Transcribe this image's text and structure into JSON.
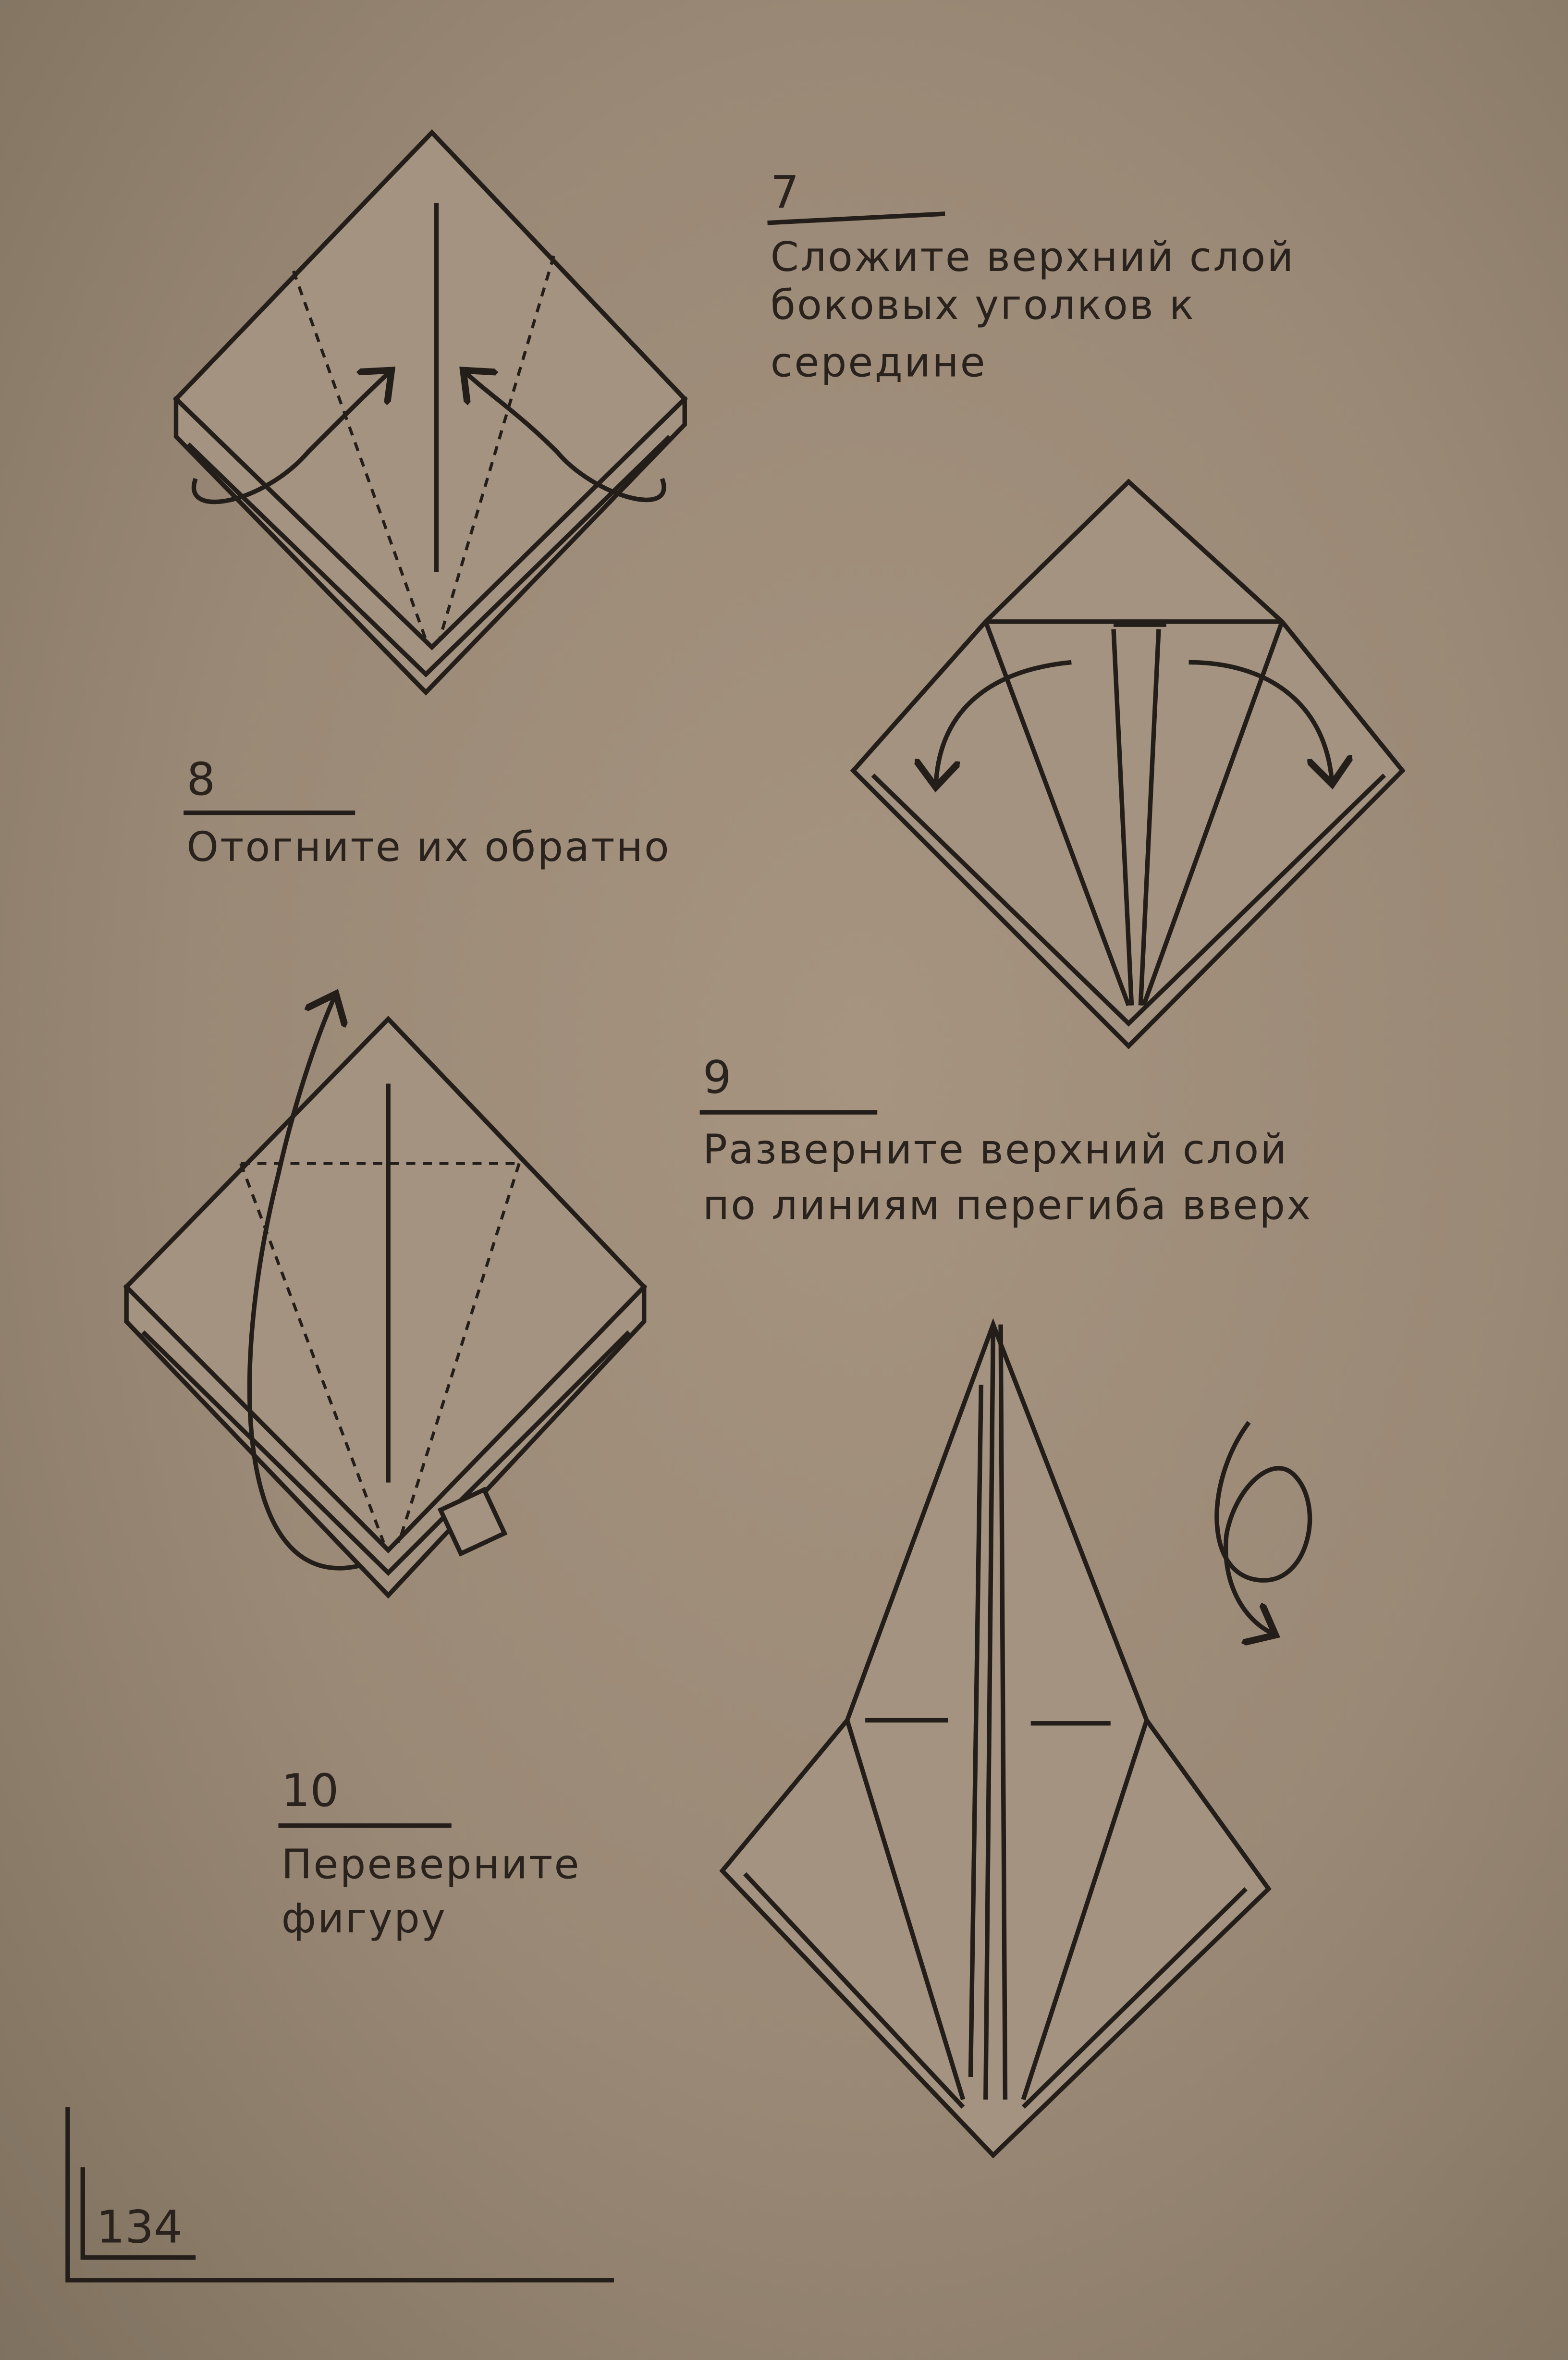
{
  "steps": [
    {
      "number": "7",
      "lines": [
        "Сложите верхний слой",
        "боковых уголков к",
        "середине"
      ]
    },
    {
      "number": "8",
      "lines": [
        "Отогните их обратно"
      ]
    },
    {
      "number": "9",
      "lines": [
        "Разверните верхний слой",
        "по линиям перегиба вверх"
      ]
    },
    {
      "number": "10",
      "lines": [
        "Переверните",
        "фигуру"
      ]
    }
  ],
  "page_number": "134",
  "colors": {
    "paper": "#9c8b79",
    "ink": "#241e1a"
  }
}
